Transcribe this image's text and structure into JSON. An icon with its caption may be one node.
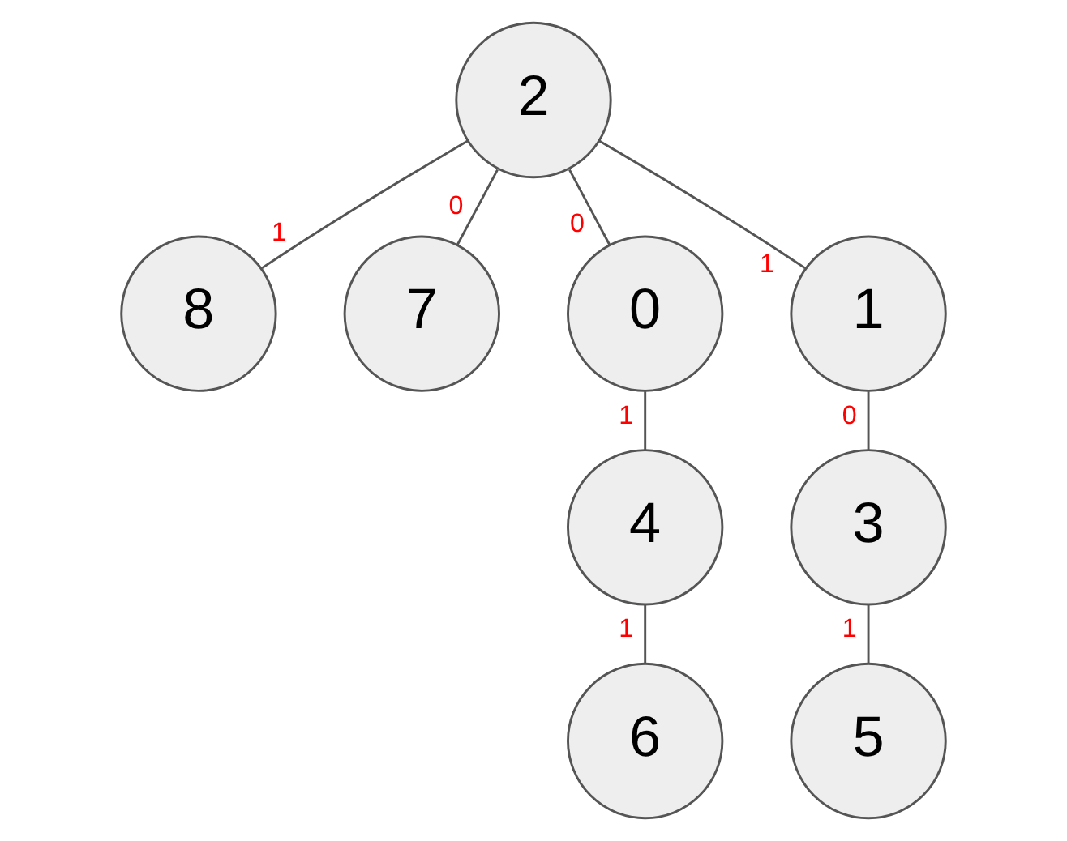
{
  "diagram": {
    "nodes": [
      {
        "text": [
          "2"
        ]
      },
      {
        "text": [
          "8"
        ]
      },
      {
        "text": [
          "1"
        ]
      },
      {
        "text": [
          "7"
        ]
      },
      {
        "text": [
          "0"
        ]
      },
      {
        "text": [
          "3"
        ]
      },
      {
        "text": [
          "4"
        ]
      },
      {
        "text": [
          "5"
        ]
      },
      {
        "text": [
          "6"
        ]
      }
    ],
    "edges": [
      {
        "from": 0,
        "to": 1,
        "arrow": "none",
        "label": "1"
      },
      {
        "from": 0,
        "to": 3,
        "arrow": "none",
        "label": "0"
      },
      {
        "from": 0,
        "to": 4,
        "arrow": "none",
        "label": "0"
      },
      {
        "from": 0,
        "to": 2,
        "arrow": "none",
        "label": "1"
      },
      {
        "from": 2,
        "to": 5,
        "arrow": "none",
        "label": "0"
      },
      {
        "from": 4,
        "to": 6,
        "arrow": "none",
        "label": "1"
      },
      {
        "from": 5,
        "to": 7,
        "arrow": "none",
        "label": "1"
      },
      {
        "from": 6,
        "to": 8,
        "arrow": "none",
        "label": "1"
      }
    ]
  }
}
